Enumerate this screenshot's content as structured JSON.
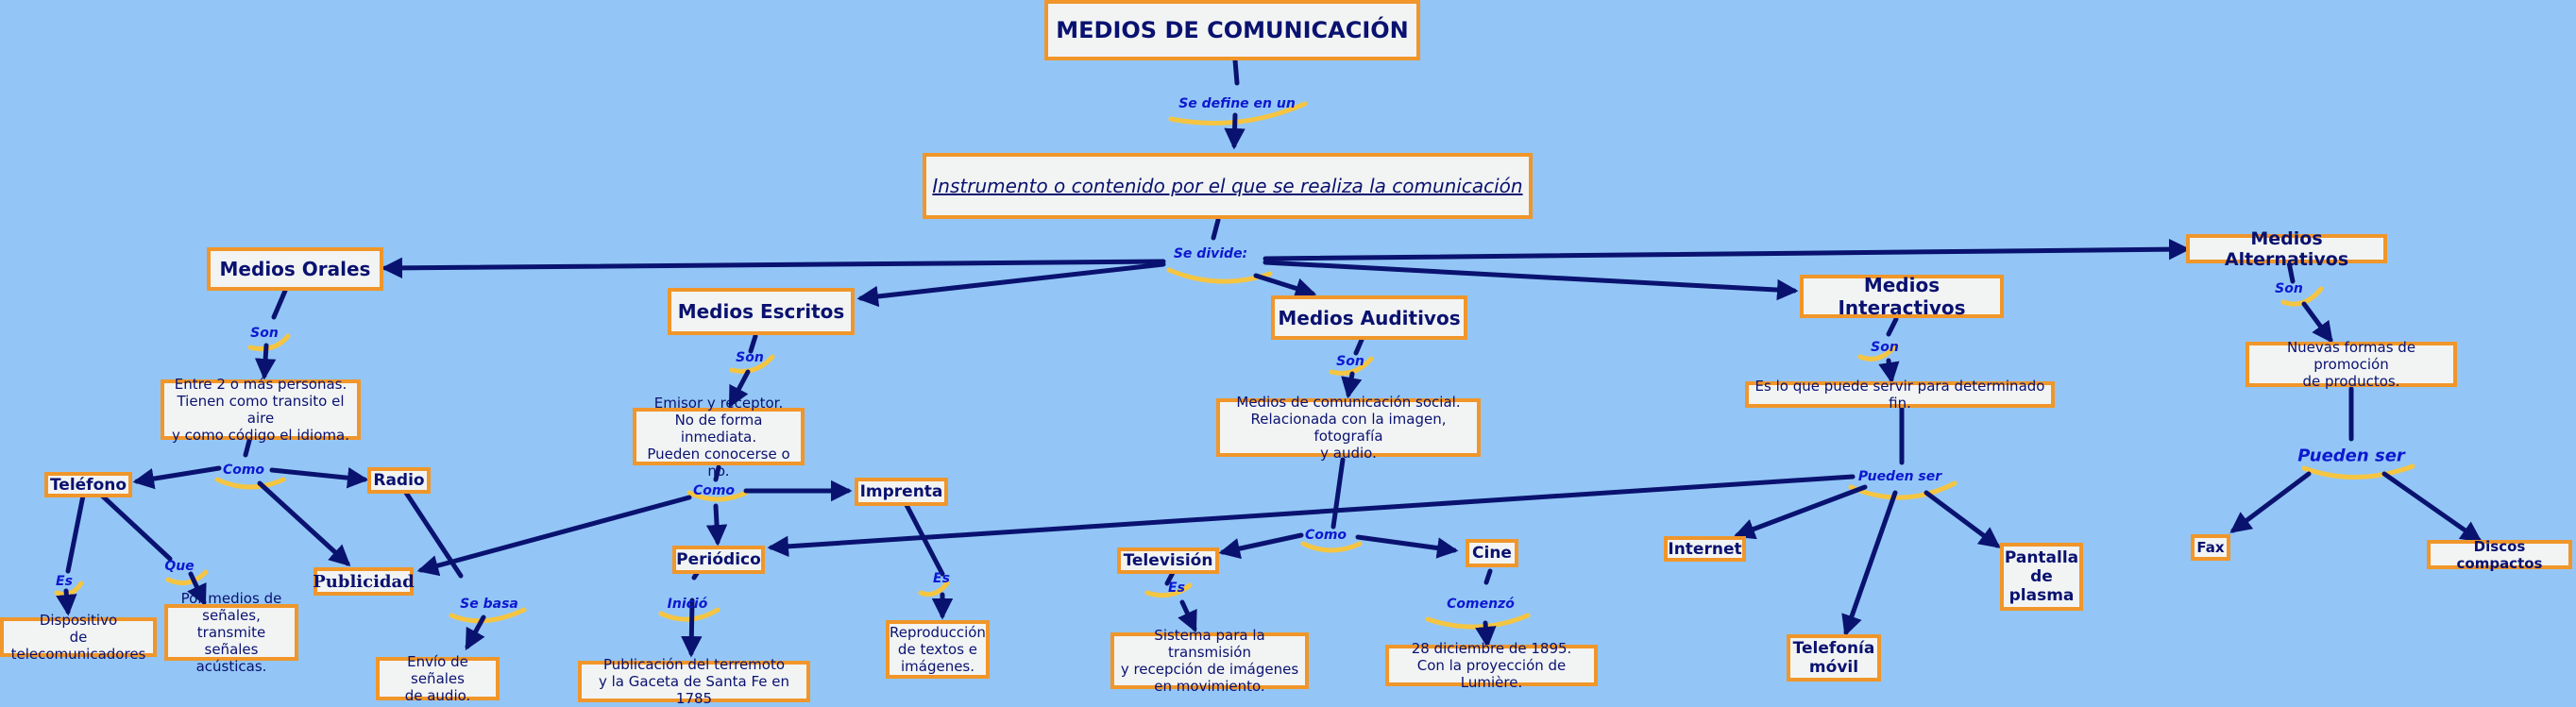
{
  "title": "MEDIOS DE COMUNICACIÓN",
  "definition": "Instrumento o contenido por el que se realiza la comunicación",
  "links": {
    "se_define": "Se define en un",
    "se_divide": "Se divide:",
    "son": "Son",
    "como": "Como",
    "es": "Es",
    "que": "Que",
    "se_basa": "Se basa",
    "inicio": "Inició",
    "comenzo": "Comenzó",
    "pueden_ser": "Pueden ser"
  },
  "orales": {
    "title": "Medios Orales",
    "desc": "Entre 2 o más personas.\nTienen como transito el aire\ny como código el idioma.",
    "telefono": "Teléfono",
    "radio": "Radio",
    "publicidad": "Publicidad",
    "dispositivo": "Dispositivo\nde telecomunicadores",
    "senales": "Por medios de\nseñales, transmite\nseñales acústicas.",
    "envio": "Envío de señales\nde audio."
  },
  "escritos": {
    "title": "Medios Escritos",
    "desc": "Emisor y receptor.\nNo de forma inmediata.\nPueden conocerse o no.",
    "imprenta": "Imprenta",
    "periodico": "Periódico",
    "reproduccion": "Reproducción\nde textos e\nimágenes.",
    "publicacion": "Publicación del terremoto\ny la Gaceta de Santa Fe en 1785"
  },
  "auditivos": {
    "title": "Medios Auditivos",
    "desc": "Medios de comunicación social.\nRelacionada con la imagen, fotografía\ny audio.",
    "television": "Televisión",
    "cine": "Cine",
    "tv_desc": "Sistema para la transmisión\ny recepción de imágenes\nen movimiento.",
    "cine_desc": "28 diciembre de 1895.\nCon la proyección de Lumière."
  },
  "interactivos": {
    "title": "Medios Interactivos",
    "desc": "Es lo que puede servir para determinado fin.",
    "internet": "Internet",
    "telefonia": "Telefonía\nmóvil",
    "pantalla": "Pantalla\nde\nplasma"
  },
  "alternativos": {
    "title": "Medios Alternativos",
    "desc": "Nuevas formas de promoción\nde productos.",
    "fax": "Fax",
    "discos": "Discos compactos"
  },
  "colors": {
    "background": "#93c6f6",
    "node_fill": "#f2f4f4",
    "node_border": "#f0962a",
    "edge": "#0a1270",
    "link_text": "#0d18d0",
    "swoosh": "#f5c542"
  }
}
